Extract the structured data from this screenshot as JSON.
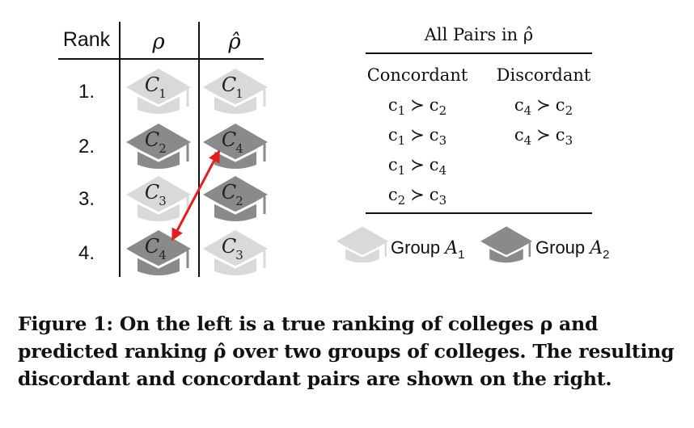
{
  "ranking_table": {
    "headers": {
      "rank": "Rank",
      "true": "ρ",
      "pred": "ρ̂"
    },
    "rows": [
      {
        "rank": "1.",
        "true": {
          "label": "C",
          "sub": "1",
          "group": "A1"
        },
        "pred": {
          "label": "C",
          "sub": "1",
          "group": "A1"
        }
      },
      {
        "rank": "2.",
        "true": {
          "label": "C",
          "sub": "2",
          "group": "A2"
        },
        "pred": {
          "label": "C",
          "sub": "4",
          "group": "A2"
        }
      },
      {
        "rank": "3.",
        "true": {
          "label": "C",
          "sub": "3",
          "group": "A1"
        },
        "pred": {
          "label": "C",
          "sub": "2",
          "group": "A2"
        }
      },
      {
        "rank": "4.",
        "true": {
          "label": "C",
          "sub": "4",
          "group": "A2"
        },
        "pred": {
          "label": "C",
          "sub": "3",
          "group": "A1"
        }
      }
    ],
    "arrow": {
      "from": "ρ̂ rank 2 (C4)",
      "to": "ρ rank 4 (C4)",
      "color": "#e02020"
    }
  },
  "pairs": {
    "title": "All Pairs in ρ̂",
    "concordant_header": "Concordant",
    "discordant_header": "Discordant",
    "concordant": [
      {
        "a": "c",
        "as": "1",
        "b": "c",
        "bs": "2"
      },
      {
        "a": "c",
        "as": "1",
        "b": "c",
        "bs": "3"
      },
      {
        "a": "c",
        "as": "1",
        "b": "c",
        "bs": "4"
      },
      {
        "a": "c",
        "as": "2",
        "b": "c",
        "bs": "3"
      }
    ],
    "discordant": [
      {
        "a": "c",
        "as": "4",
        "b": "c",
        "bs": "2"
      },
      {
        "a": "c",
        "as": "4",
        "b": "c",
        "bs": "3"
      }
    ],
    "relation": "≻"
  },
  "legend": [
    {
      "label": "Group ",
      "var": "A",
      "sub": "1",
      "color": "#d9d9d9"
    },
    {
      "label": "Group ",
      "var": "A",
      "sub": "2",
      "color": "#8a8a8a"
    }
  ],
  "colors": {
    "light_cap": "#d9d9d9",
    "dark_cap": "#8a8a8a",
    "arrow": "#e02020"
  },
  "caption": "Figure 1: On the left is a true ranking of colleges ρ and predicted ranking ρ̂ over two groups of colleges. The resulting discordant and concordant pairs are shown on the right."
}
